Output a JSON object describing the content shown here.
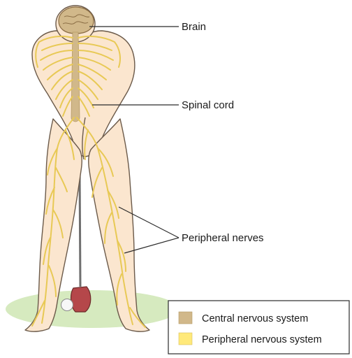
{
  "labels": {
    "brain": "Brain",
    "spinal_cord": "Spinal cord",
    "peripheral_nerves": "Peripheral nerves"
  },
  "legend": {
    "items": [
      {
        "label": "Central nervous system",
        "color": "#d1b88a"
      },
      {
        "label": "Peripheral nervous system",
        "color": "#ffe97a"
      }
    ]
  },
  "colors": {
    "skin": "#fbe6cf",
    "skin_outline": "#6b5a4a",
    "nerve": "#f3dc6e",
    "nerve_stroke": "#d8b54a",
    "cns": "#d1b88a",
    "ground": "#cfe6b3",
    "club_head": "#b5474a",
    "golf_ball": "#f4f4f4"
  }
}
